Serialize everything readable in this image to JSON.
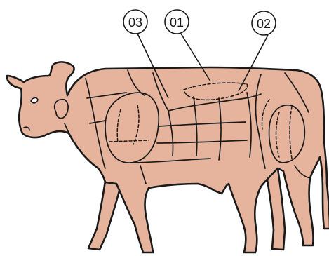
{
  "diagram": {
    "callouts": [
      {
        "id": "03",
        "label": "03"
      },
      {
        "id": "01",
        "label": "01"
      },
      {
        "id": "02",
        "label": "02"
      }
    ],
    "colors": {
      "hide": "#e6b49c",
      "outline": "#1a1a1a",
      "background": "#ffffff"
    }
  }
}
